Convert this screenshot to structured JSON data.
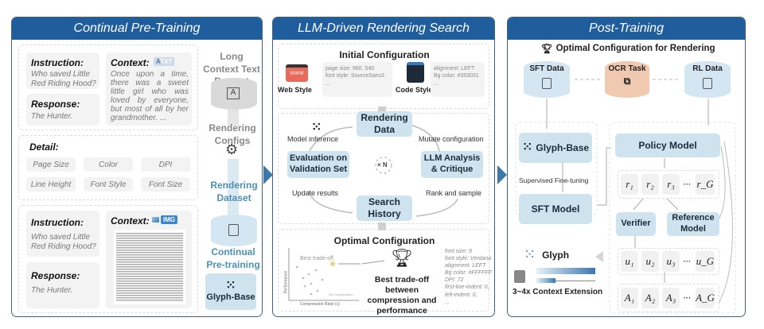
{
  "panels": {
    "pretrain": {
      "title": "Continual Pre-Training",
      "card1": {
        "instruction_label": "Instruction:",
        "instruction_text": "Who saved Little Red Riding Hood?",
        "response_label": "Response:",
        "response_text": "The Hunter.",
        "context_label": "Context:",
        "context_badge": "TXT",
        "context_text": "Once upon a time, there was a sweet little girl who was loved by everyone, but most of all by her grandmother. ..."
      },
      "detail": {
        "label": "Detail:",
        "chips": [
          "Page Size",
          "Color",
          "DPI",
          "Line Height",
          "Font Style",
          "Font Size"
        ]
      },
      "card2": {
        "instruction_label": "Instruction:",
        "instruction_text": "Who saved Little Red Riding Hood?",
        "response_label": "Response:",
        "response_text": "The Hunter.",
        "context_label": "Context:",
        "context_badge": "IMG"
      },
      "side": {
        "dataset_label": "Long Context Text Dataset",
        "configs_label": "Rendering Configs",
        "rendering_dataset_label": "Rendering Dataset",
        "continual_label": "Continual Pre-training",
        "glyph_base_label": "Glyph-Base"
      }
    },
    "search": {
      "title": "LLM-Driven Rendering Search",
      "initial": {
        "title": "Initial Configuration",
        "web_label": "Web Style",
        "web_icon_text": "WWW",
        "web_config": [
          "page size: 960, 540",
          "font style: SourceSans3",
          "..."
        ],
        "code_label": "Code Style",
        "code_config": [
          "alignment: LEFT",
          "Bg color: #353031",
          "..."
        ]
      },
      "loop": {
        "rendering_data": "Rendering Data",
        "evaluation": "Evaluation on Validation Set",
        "llm_analysis": "LLM Analysis & Critique",
        "search_history": "Search History",
        "model_inference": "Model inference",
        "mutate": "Mutate configuration",
        "update": "Update results",
        "rank": "Rank and sample",
        "repeat": "× N"
      },
      "optimal": {
        "title": "Optimal Configuration",
        "plot_best_label": "Best trade-off",
        "plot_xlabel": "Compression Ratio (x)",
        "plot_ylabel": "Performance",
        "plot_note": "Our configuration",
        "trophy_text": "Best trade-off between compression and performance",
        "config": [
          "font size: 9",
          "font style: Verdana",
          "alignment: LEFT",
          "Bg color: #FFFFFF",
          "DPI: 72",
          "first-line-indent: 0,",
          "left-indent: 0,",
          "..."
        ]
      }
    },
    "post": {
      "title": "Post-Training",
      "subtitle": "Optimal Configuration for Rendering",
      "sft_data": "SFT Data",
      "ocr_task": "OCR Task",
      "rl_data": "RL Data",
      "glyph_base": "Glyph-Base",
      "sft_label": "Supervised Fine-tuning",
      "sft_model": "SFT Model",
      "policy_model": "Policy Model",
      "verifier": "Verifier",
      "reference_model": "Reference Model",
      "r_items": [
        "r₁",
        "r₂",
        "r₃",
        "···",
        "r_G"
      ],
      "u_items": [
        "u₁",
        "u₂",
        "u₃",
        "···",
        "u_G"
      ],
      "a_items": [
        "A₁",
        "A₂",
        "A₃",
        "···",
        "A_G"
      ],
      "glyph": "Glyph",
      "extension": "3~4x Context Extension"
    }
  }
}
